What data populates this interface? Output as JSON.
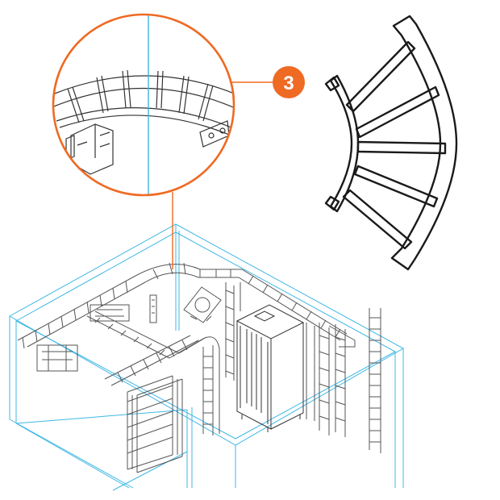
{
  "callout": {
    "number": "3"
  },
  "colors": {
    "callout_orange": "#ef6a23",
    "room_outline_blue": "#3fb7e4",
    "tray_black": "#1a1a1a",
    "drawing_line": "#555555",
    "background": "#ffffff"
  },
  "icons": {
    "zoom_circle": "magnifier-detail-circle",
    "radius_bend": "cable-ladder-radius-bend"
  }
}
